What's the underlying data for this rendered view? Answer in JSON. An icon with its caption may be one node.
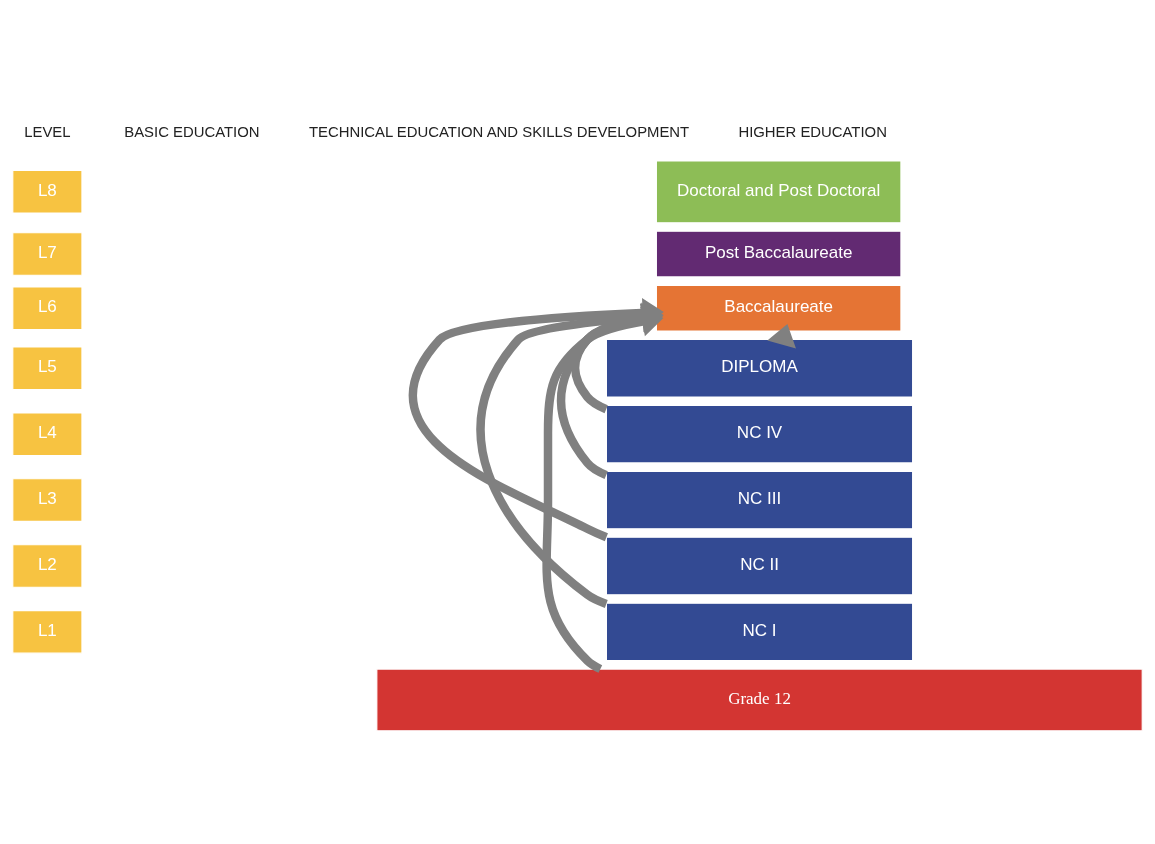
{
  "diagram": {
    "nodes": [
      {
        "text": [
          "Doctoral and Post Doctoral"
        ]
      },
      {
        "text": [
          "Post Baccalaureate"
        ]
      },
      {
        "text": [
          "Baccalaureate"
        ]
      },
      {
        "text": [
          "L8"
        ]
      },
      {
        "text": [
          "L7"
        ]
      },
      {
        "text": [
          "L6"
        ]
      },
      {
        "text": [
          "L5"
        ]
      },
      {
        "text": [
          "L4"
        ]
      },
      {
        "text": [
          "L3"
        ]
      },
      {
        "text": [
          "L2"
        ]
      },
      {
        "text": [
          "L1"
        ]
      },
      {
        "text": [
          "DIPLOMA"
        ]
      },
      {
        "text": [
          "NC IV"
        ]
      },
      {
        "text": [
          "NC III"
        ]
      },
      {
        "text": [
          "NC II"
        ]
      },
      {
        "text": [
          "NC I"
        ]
      },
      {
        "text": [
          "Grade 12"
        ]
      }
    ],
    "edges": [
      {
        "from": 11,
        "to": 2,
        "arrow": "to"
      },
      {
        "from": 12,
        "to": 2,
        "arrow": "to"
      },
      {
        "from": 13,
        "to": 2,
        "arrow": "to"
      },
      {
        "from": 14,
        "to": 2,
        "arrow": "to"
      },
      {
        "from": 15,
        "to": 2,
        "arrow": "to"
      },
      {
        "from": 16,
        "to": 2,
        "arrow": "to"
      }
    ],
    "labels": [
      "LEVEL",
      "BASIC EDUCATION",
      "TECHNICAL EDUCATION AND SKILLS DEVELOPMENT",
      "HIGHER EDUCATION"
    ]
  }
}
